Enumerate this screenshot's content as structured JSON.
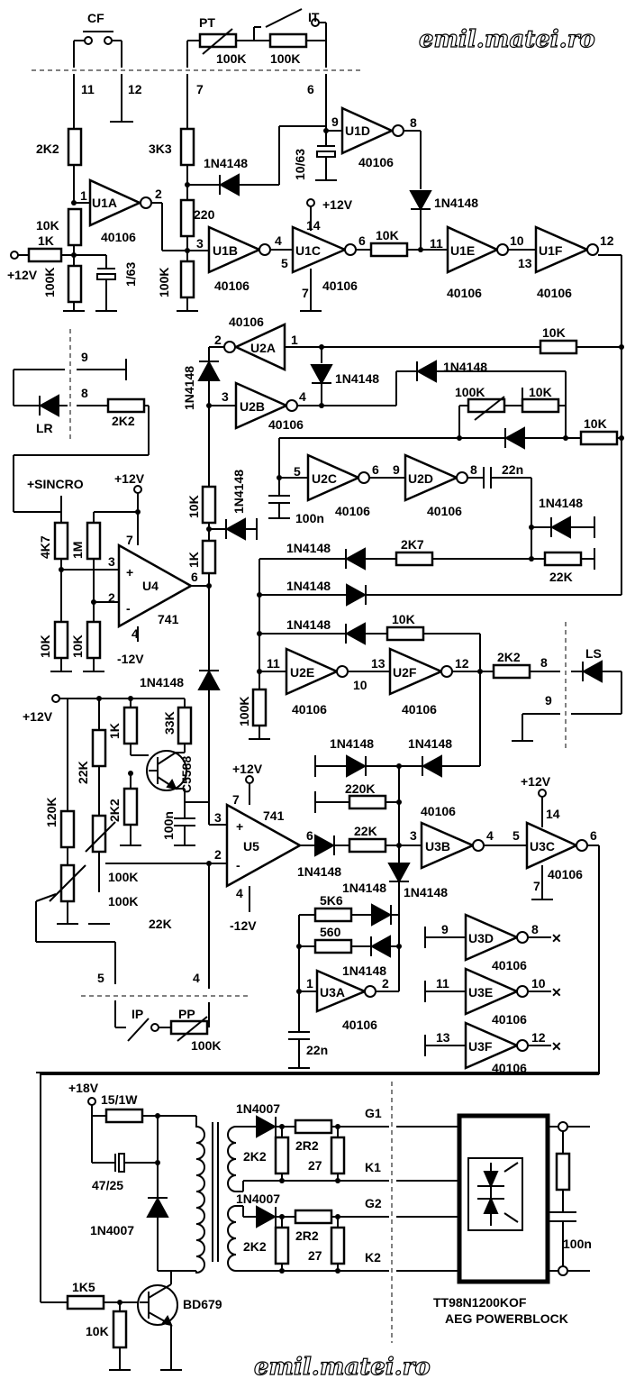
{
  "watermark": {
    "top": "emil.matei.ro",
    "bottom": "emil.matei.ro"
  },
  "connectors": {
    "cf": "CF",
    "pt": "PT",
    "it": "IT",
    "lr": "LR",
    "ls": "LS",
    "ip": "IP",
    "pp": "PP",
    "sincro": "+SINCRO",
    "g1": "G1",
    "k1": "K1",
    "g2": "G2",
    "k2": "K2"
  },
  "pins": {
    "p11": "11",
    "p12": "12",
    "p7": "7",
    "p6": "6",
    "lr9": "9",
    "lr8": "8",
    "ls8": "8",
    "ls9": "9",
    "p5": "5",
    "p4": "4"
  },
  "supplies": {
    "p12v": "+12V",
    "m12v": "-12V",
    "p18v": "+18V"
  },
  "gates": {
    "u1a": "U1A",
    "u1b": "U1B",
    "u1c": "U1C",
    "u1d": "U1D",
    "u1e": "U1E",
    "u1f": "U1F",
    "u2a": "U2A",
    "u2b": "U2B",
    "u2c": "U2C",
    "u2d": "U2D",
    "u2e": "U2E",
    "u2f": "U2F",
    "u3a": "U3A",
    "u3b": "U3B",
    "u3c": "U3C",
    "u3d": "U3D",
    "u3e": "U3E",
    "u3f": "U3F",
    "u4": "U4",
    "u5": "U5",
    "ic": "40106",
    "opamp": "741"
  },
  "parts": {
    "r_2k2": "2K2",
    "r_10k": "10K",
    "r_1k": "1K",
    "r_100k": "100K",
    "c_1_63": "1/63",
    "r_3k3": "3K3",
    "r_220": "220",
    "c_10_63": "10/63",
    "r_4k7": "4K7",
    "r_1m": "1M",
    "r_2k7": "2K7",
    "r_22k": "22K",
    "c_100n": "100n",
    "c_22n": "22n",
    "r_33k": "33K",
    "r_120k": "120K",
    "r_220k": "220K",
    "r_5k6": "5K6",
    "r_560": "560",
    "r_15_1w": "15/1W",
    "c_47_25": "47/25",
    "r_1k5": "1K5",
    "r_2r2": "2R2",
    "r_27": "27",
    "d_1n4148": "1N4148",
    "d_1n4007": "1N4007",
    "q_c5588": "C5588",
    "q_bd679": "BD679"
  },
  "module": {
    "line1": "TT98N1200KOF",
    "line2": "AEG POWERBLOCK"
  }
}
